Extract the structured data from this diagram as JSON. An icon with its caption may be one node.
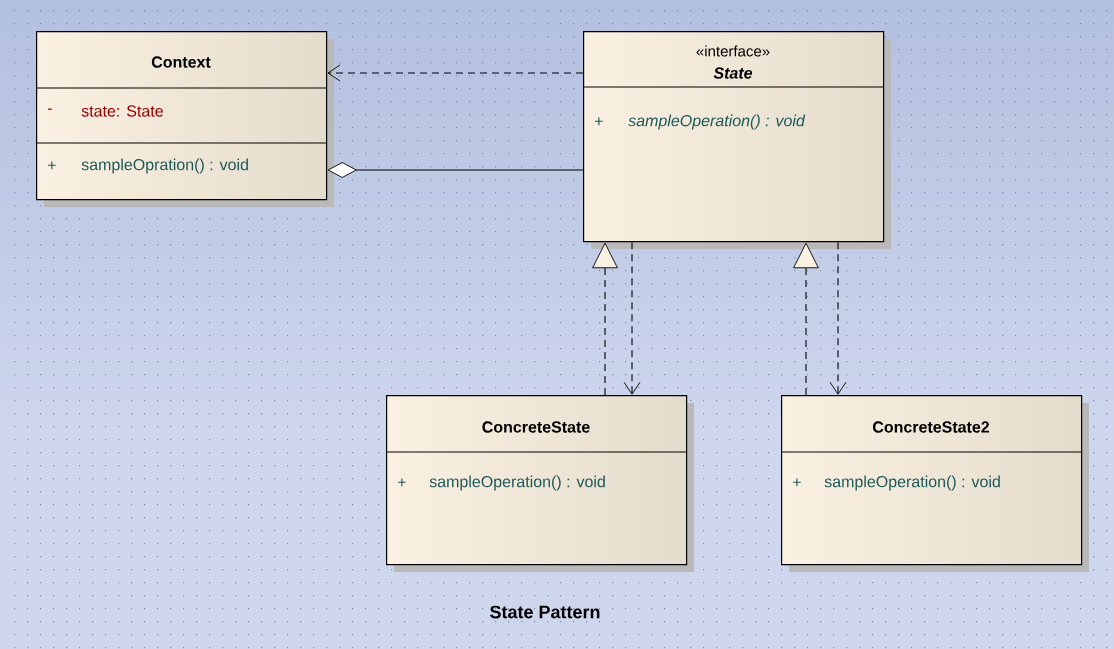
{
  "diagram": {
    "caption": "State Pattern",
    "nodes": [
      {
        "text": [
          "Context",
          "-",
          "state: State",
          "+",
          "sampleOpration() : void"
        ]
      },
      {
        "text": [
          "«interface»",
          "State",
          "+",
          "sampleOperation() : void"
        ]
      },
      {
        "text": [
          "ConcreteState",
          "+",
          "sampleOperation() : void"
        ]
      },
      {
        "text": [
          "ConcreteState2",
          "+",
          "sampleOperation() : void"
        ]
      }
    ],
    "edges": [
      {
        "from": 1,
        "to": 0,
        "arrow": "to",
        "style": "dashed"
      },
      {
        "from": 0,
        "to": 1,
        "arrow": "other"
      },
      {
        "from": 2,
        "to": 1,
        "arrow": "to",
        "style": "dashed"
      },
      {
        "from": 1,
        "to": 2,
        "arrow": "to",
        "style": "dashed"
      },
      {
        "from": 3,
        "to": 1,
        "arrow": "to",
        "style": "dashed"
      },
      {
        "from": 1,
        "to": 3,
        "arrow": "to",
        "style": "dashed"
      }
    ]
  }
}
